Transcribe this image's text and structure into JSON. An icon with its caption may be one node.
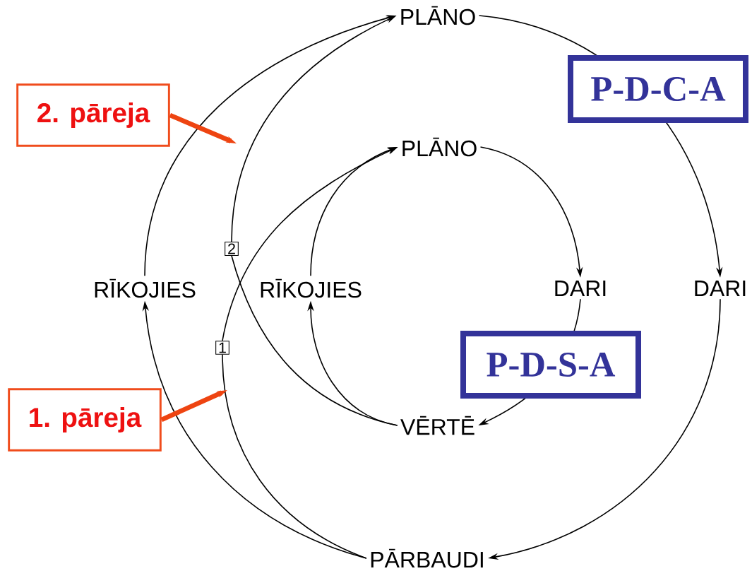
{
  "diagram": {
    "nodes": [
      {
        "text": [
          "PLĀNO"
        ]
      },
      {
        "text": [
          "2. pāreja"
        ]
      },
      {
        "text": [
          "PLĀNO"
        ]
      },
      {
        "text": [
          "RĪKOJIES"
        ]
      },
      {
        "text": [
          "RĪKOJIES"
        ]
      },
      {
        "text": [
          "DARI"
        ]
      },
      {
        "text": [
          "DARI"
        ]
      },
      {
        "text": [
          "2"
        ]
      },
      {
        "text": [
          "1"
        ]
      },
      {
        "text": [
          "1. pāreja"
        ]
      },
      {
        "text": [
          "VĒRTĒ"
        ]
      },
      {
        "text": [
          "PĀRBAUDI"
        ]
      }
    ],
    "edges": [
      {
        "from": 0,
        "to": 6,
        "arrow": "to",
        "label": "P-D-C-A"
      },
      {
        "from": 6,
        "to": 11,
        "arrow": "to"
      },
      {
        "from": 11,
        "to": 3,
        "arrow": "to"
      },
      {
        "from": 3,
        "to": 0,
        "arrow": "to"
      },
      {
        "from": 2,
        "to": 5,
        "arrow": "to"
      },
      {
        "from": 5,
        "to": 10,
        "arrow": "to",
        "label": "P-D-S-A"
      },
      {
        "from": 10,
        "to": 4,
        "arrow": "to"
      },
      {
        "from": 4,
        "to": 2,
        "arrow": "to"
      },
      {
        "from": 10,
        "to": 7,
        "arrow": "none"
      },
      {
        "from": 7,
        "to": 0,
        "arrow": "to"
      },
      {
        "from": 11,
        "to": 8,
        "arrow": "none"
      },
      {
        "from": 8,
        "to": 2,
        "arrow": "to"
      },
      {
        "from": 1,
        "to": null,
        "arrow": "to",
        "style": "thick",
        "color": "#ee4411"
      },
      {
        "from": 9,
        "to": null,
        "arrow": "to",
        "style": "thick",
        "color": "#ee4411"
      }
    ]
  }
}
